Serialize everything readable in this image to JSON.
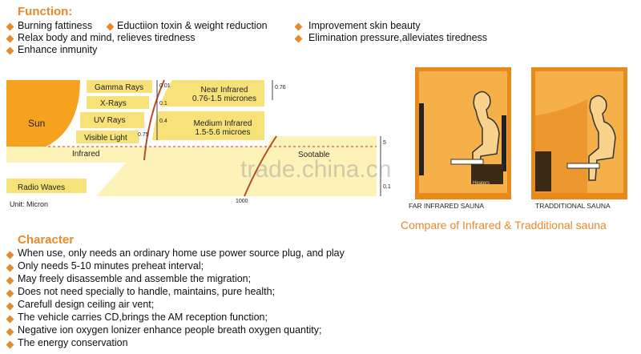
{
  "function": {
    "heading": "Function:",
    "items": [
      "Burning fattiness",
      "Eductiion toxin & weight reduction",
      "Improvement skin beauty",
      "Relax body and mind, relieves tiredness",
      "Elimination pressure,alleviates tiredness",
      "Enhance inmunity"
    ]
  },
  "spectrum": {
    "sun": "Sun",
    "gamma": "Gamma Rays",
    "xrays": "X-Rays",
    "uv": "UV Rays",
    "visible": "Visible Light",
    "infrared": "Infrared",
    "radio": "Radio Waves",
    "unit": "Unit: Micron",
    "near_title": "Near Infrared",
    "near_range": "0.76-1.5 micrones",
    "medium_title": "Medium Infrared",
    "medium_range": "1.5-5.6 microes",
    "far_title": "Sootable",
    "tick_0_01": "0.01",
    "tick_0_1": "0.1",
    "tick_0_4": "0.4",
    "tick_0_75": "0.75",
    "tick_0_76": "0.76",
    "tick_5": "5",
    "tick_1000": "1000",
    "tick_0_1b": "0.1"
  },
  "sauna": {
    "far_label": "FAR INFRARED SAUNA",
    "trad_label": "TRADDITIONAL SAUNA",
    "heaters": "Heaters",
    "compare": "Compare of Infrared & Tradditional sauna"
  },
  "character": {
    "heading": "Character",
    "items": [
      "When use, only needs an ordinary home use power source plug, and play",
      "Only needs 5-10 minutes preheat interval;",
      "May freely disassemble and assemble the migration;",
      "Does not need specially to handle, maintains, pure health;",
      "Carefull design ceiling air vent;",
      "The vehicle carries CD,brings the AM reception function;",
      "Negative ion oxygen lonizer enhance people breath oxygen quantity;",
      "The energy conservation"
    ]
  },
  "watermark": "trade.china.cn",
  "colors": {
    "accent": "#e8892c",
    "band": "#f7e27a",
    "sauna_bg": "#f5a623"
  }
}
